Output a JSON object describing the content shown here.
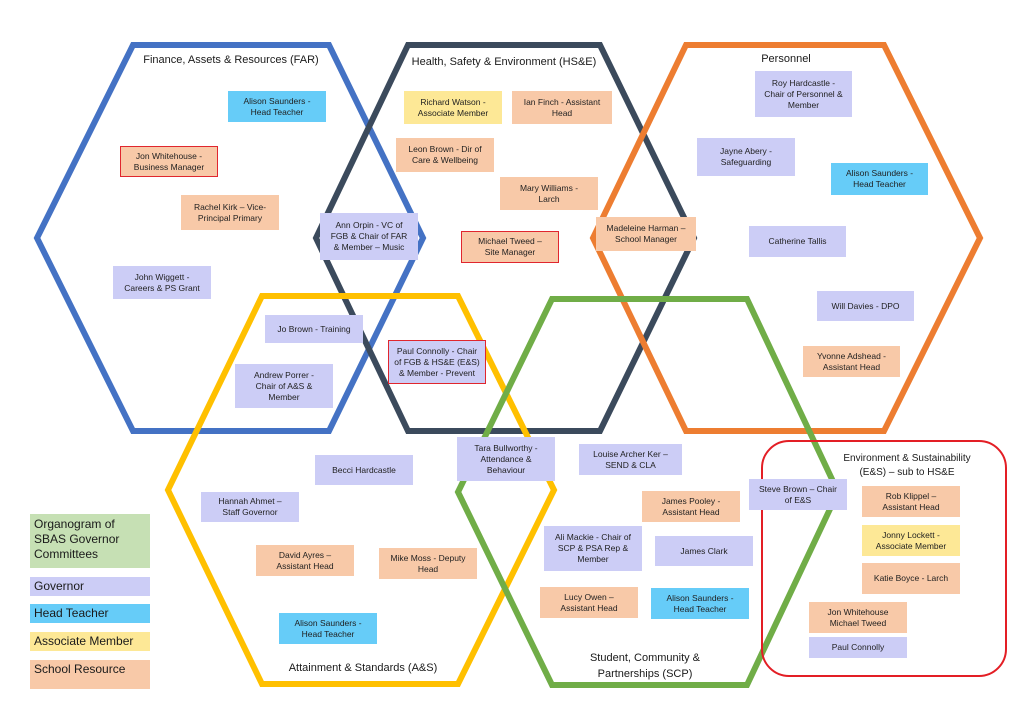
{
  "colors": {
    "far": "#4472c4",
    "hse": "#3b4a5c",
    "personnel": "#ed7d31",
    "as": "#ffc000",
    "scp": "#70ad47",
    "es": "#e31e25",
    "governor": "#cccdf6",
    "head_teacher": "#66ccf8",
    "associate_member": "#fde896",
    "school_resource": "#f8c9a8"
  },
  "committees": {
    "far": "Finance, Assets & Resources (FAR)",
    "hse": "Health, Safety & Environment (HS&E)",
    "personnel": "Personnel",
    "as": "Attainment & Standards (A&S)",
    "scp_line1": "Student, Community &",
    "scp_line2": "Partnerships (SCP)",
    "es_line1": "Environment & Sustainability",
    "es_line2": "(E&S) – sub to HS&E"
  },
  "members": {
    "alison_far": "Alison Saunders -\nHead Teacher",
    "jon_whitehouse": "Jon Whitehouse -\nBusiness Manager",
    "rachel_kirk": "Rachel Kirk – Vice-\nPrincipal Primary",
    "john_wiggett": "John Wiggett -\nCareers & PS Grant",
    "richard_watson": "Richard Watson -\nAssociate Member",
    "ian_finch": "Ian Finch - Assistant\nHead",
    "leon_brown": "Leon Brown - Dir of\nCare & Wellbeing",
    "mary_williams": "Mary Williams -\nLarch",
    "ann_orpin": "Ann Orpin - VC of\nFGB & Chair of FAR\n& Member – Music",
    "michael_tweed": "Michael Tweed –\nSite Manager",
    "madeleine_harman": "Madeleine Harman –\nSchool Manager",
    "roy_hardcastle": "Roy Hardcastle -\nChair of Personnel &\nMember",
    "jayne_abery": "Jayne Abery -\nSafeguarding",
    "alison_personnel": "Alison Saunders -\nHead Teacher",
    "catherine_tallis": "Catherine Tallis",
    "will_davies": "Will Davies - DPO",
    "yvonne_adshead": "Yvonne Adshead -\nAssistant Head",
    "jo_brown": "Jo Brown - Training",
    "paul_connolly_chair": "Paul Connolly - Chair\nof FGB & HS&E (E&S)\n& Member - Prevent",
    "andrew_porrer": "Andrew Porrer -\nChair of A&S &\nMember",
    "becci_hardcastle": "Becci Hardcastle",
    "hannah_ahmet": "Hannah Ahmet –\nStaff Governor",
    "david_ayres": "David Ayres –\nAssistant Head",
    "mike_moss": "Mike Moss - Deputy\nHead",
    "alison_as": "Alison Saunders -\nHead Teacher",
    "tara_bullworthy": "Tara Bullworthy -\nAttendance &\nBehaviour",
    "louise_archer_ker": "Louise Archer Ker –\nSEND & CLA",
    "james_pooley": "James Pooley -\nAssistant Head",
    "ali_mackie": "Ali Mackie - Chair of\nSCP & PSA Rep &\nMember",
    "james_clark": "James Clark",
    "lucy_owen": "Lucy Owen –\nAssistant Head",
    "alison_scp": "Alison Saunders -\nHead Teacher",
    "steve_brown": "Steve Brown – Chair\nof E&S",
    "rob_klippel": "Rob Klippel –\nAssistant Head",
    "jonny_lockett": "Jonny Lockett -\nAssociate Member",
    "katie_boyce": "Katie Boyce - Larch",
    "jon_michael": "Jon Whitehouse\nMichael Tweed",
    "paul_connolly": "Paul Connolly"
  },
  "legend": {
    "title": "Organogram of SBAS Governor Committees",
    "governor": "Governor",
    "head_teacher": "Head Teacher",
    "associate_member": "Associate Member",
    "school_resource": "School Resource"
  }
}
